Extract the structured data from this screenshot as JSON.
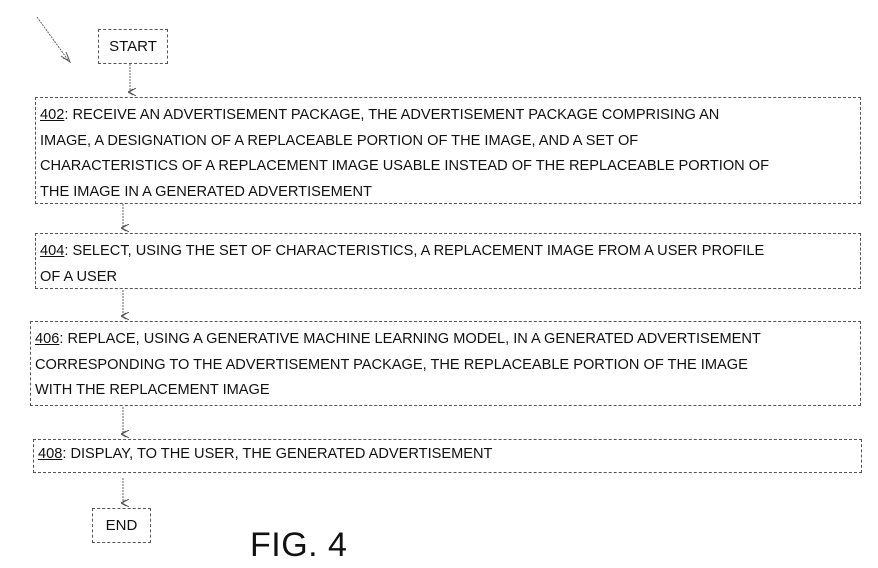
{
  "start_label": "START",
  "end_label": "END",
  "figure_label": "FIG. 4",
  "steps": [
    {
      "ref": "402",
      "lines": [
        ": RECEIVE AN ADVERTISEMENT PACKAGE, THE ADVERTISEMENT PACKAGE COMPRISING AN",
        "IMAGE, A DESIGNATION OF A REPLACEABLE PORTION OF THE IMAGE, AND A SET OF",
        "CHARACTERISTICS OF A REPLACEMENT IMAGE USABLE INSTEAD OF THE REPLACEABLE PORTION OF",
        "THE IMAGE IN A GENERATED ADVERTISEMENT"
      ]
    },
    {
      "ref": "404",
      "lines": [
        ": SELECT, USING THE SET OF CHARACTERISTICS, A REPLACEMENT IMAGE FROM A USER PROFILE",
        "OF A USER"
      ]
    },
    {
      "ref": "406",
      "lines": [
        ": REPLACE, USING A GENERATIVE MACHINE LEARNING MODEL, IN A GENERATED ADVERTISEMENT",
        "CORRESPONDING TO THE ADVERTISEMENT PACKAGE, THE REPLACEABLE PORTION OF THE IMAGE",
        "WITH THE REPLACEMENT IMAGE"
      ]
    },
    {
      "ref": "408",
      "lines": [
        ": DISPLAY, TO THE USER, THE GENERATED ADVERTISEMENT"
      ]
    }
  ]
}
